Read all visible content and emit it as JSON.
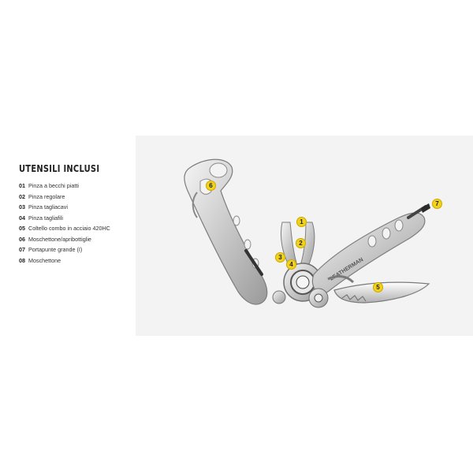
{
  "heading": "UTENSILI INCLUSI",
  "items": [
    {
      "num": "01",
      "label": "Pinza a becchi piatti"
    },
    {
      "num": "02",
      "label": "Pinza regolare"
    },
    {
      "num": "03",
      "label": "Pinza tagliacavi"
    },
    {
      "num": "04",
      "label": "Pinza tagliafili"
    },
    {
      "num": "05",
      "label": "Coltello combo in acciaio 420HC"
    },
    {
      "num": "06",
      "label": "Moschettone/apribottiglie"
    },
    {
      "num": "07",
      "label": "Portapunte grande (I)"
    },
    {
      "num": "08",
      "label": "Moschettone"
    }
  ],
  "markers": [
    "1",
    "2",
    "3",
    "4",
    "5",
    "6",
    "7"
  ],
  "brand_text": "LEATHERMAN",
  "colors": {
    "accent": "#f2d21a",
    "panel": "#f3f3f3",
    "text": "#222222"
  }
}
